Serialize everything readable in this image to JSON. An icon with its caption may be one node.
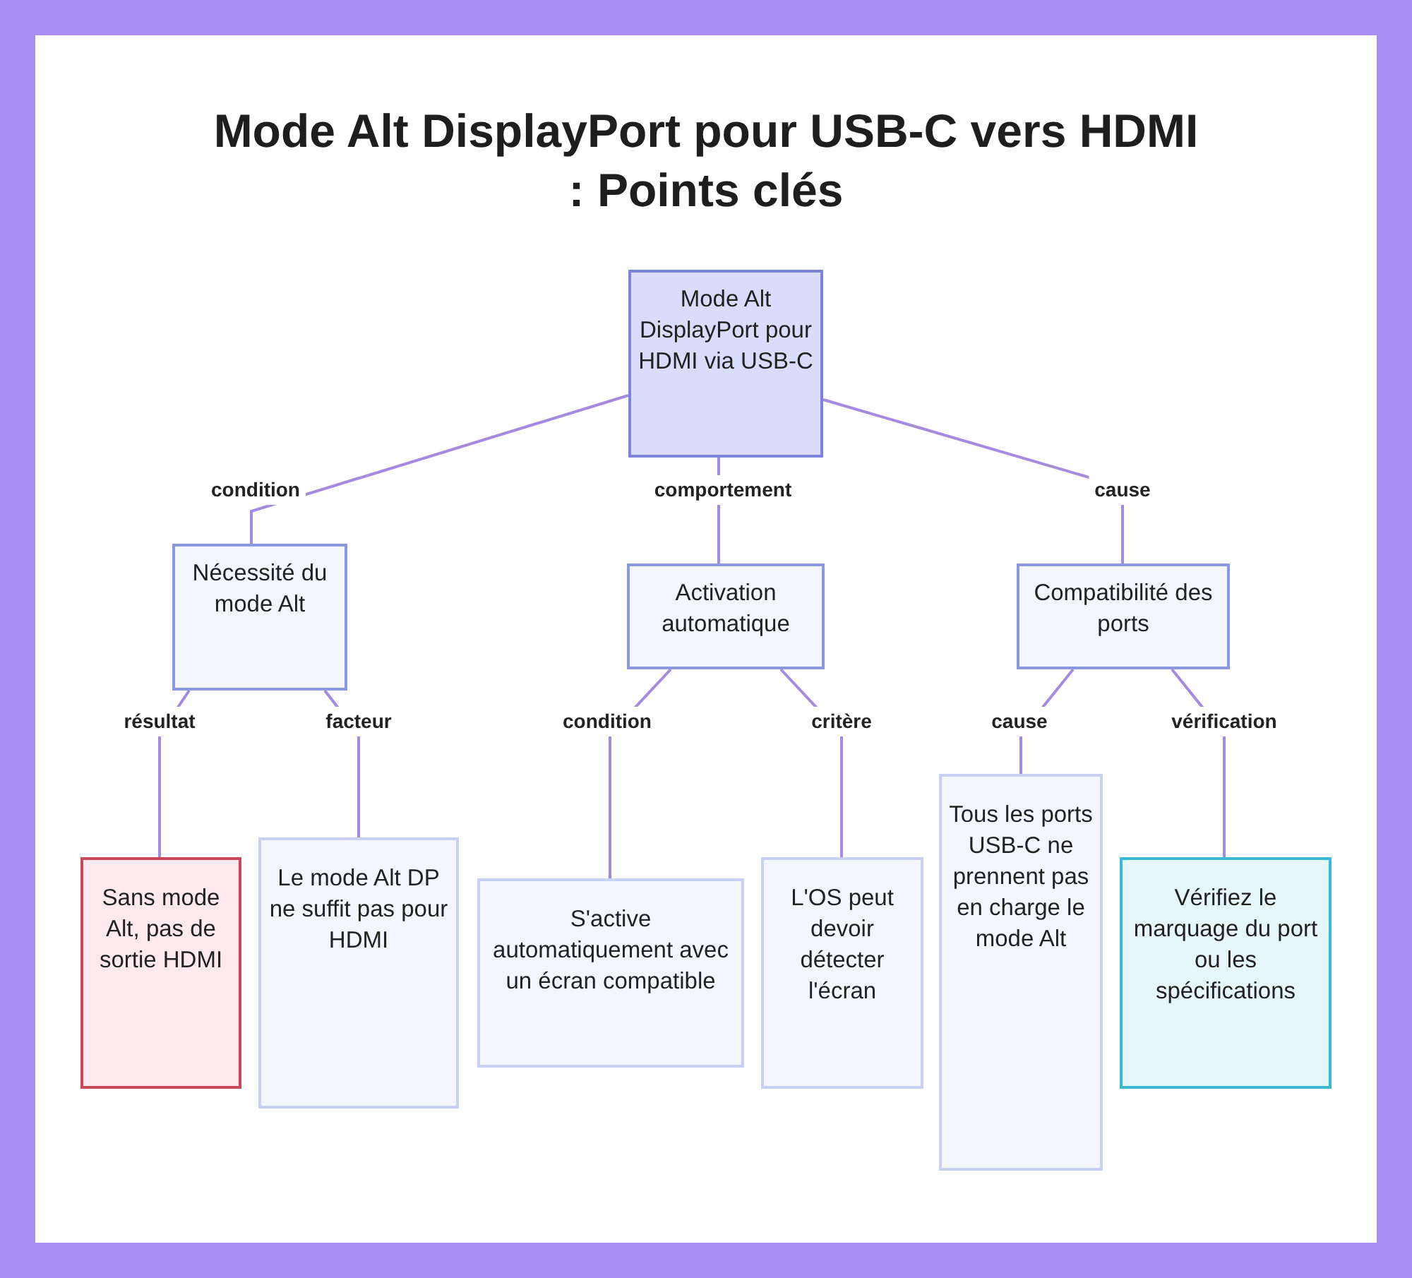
{
  "diagram": {
    "title": "Mode Alt DisplayPort pour USB-C vers HDMI : Points clés",
    "nodes": [
      {
        "text": [
          "Mode Alt DisplayPort pour HDMI via USB-C"
        ]
      },
      {
        "text": [
          "Nécessité du mode Alt"
        ]
      },
      {
        "text": [
          "Activation automatique"
        ]
      },
      {
        "text": [
          "Compatibilité des ports"
        ]
      },
      {
        "text": [
          "Sans mode Alt, pas de sortie HDMI"
        ]
      },
      {
        "text": [
          "Le mode Alt DP ne suffit pas pour HDMI"
        ]
      },
      {
        "text": [
          "S'active automatiquement avec un écran compatible"
        ]
      },
      {
        "text": [
          "L'OS peut devoir détecter l'écran"
        ]
      },
      {
        "text": [
          "Tous les ports USB-C ne prennent pas en charge le mode Alt"
        ]
      },
      {
        "text": [
          "Vérifiez le marquage du port ou les spécifications"
        ]
      }
    ],
    "edges": [
      {
        "from": 0,
        "to": 1,
        "arrow": "none",
        "label": "condition"
      },
      {
        "from": 0,
        "to": 2,
        "arrow": "none",
        "label": "comportement"
      },
      {
        "from": 0,
        "to": 3,
        "arrow": "none",
        "label": "cause"
      },
      {
        "from": 1,
        "to": 4,
        "arrow": "none",
        "label": "résultat"
      },
      {
        "from": 1,
        "to": 5,
        "arrow": "none",
        "label": "facteur"
      },
      {
        "from": 2,
        "to": 6,
        "arrow": "none",
        "label": "condition"
      },
      {
        "from": 2,
        "to": 7,
        "arrow": "none",
        "label": "critère"
      },
      {
        "from": 3,
        "to": 8,
        "arrow": "none",
        "label": "cause"
      },
      {
        "from": 3,
        "to": 9,
        "arrow": "none",
        "label": "vérification"
      }
    ]
  }
}
